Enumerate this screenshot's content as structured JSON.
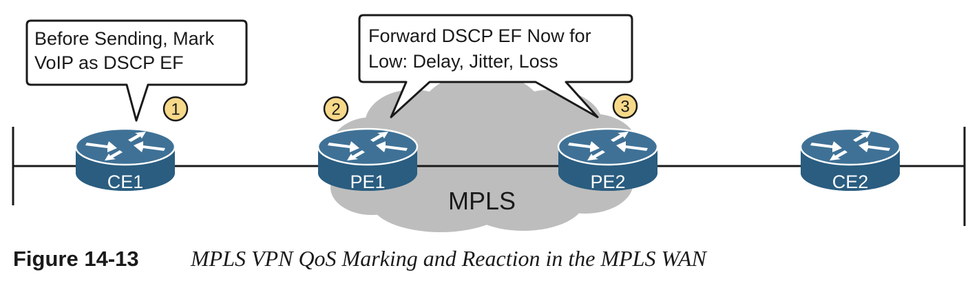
{
  "diagram": {
    "callouts": {
      "ce1_marking": {
        "line1": "Before Sending, Mark",
        "line2": "VoIP as DSCP EF"
      },
      "mpls_forwarding": {
        "line1": "Forward DSCP EF Now for",
        "line2": "Low: Delay, Jitter, Loss"
      }
    },
    "steps": {
      "step1": "1",
      "step2": "2",
      "step3": "3"
    },
    "step_badge_color": "#f7d98a",
    "routers": {
      "ce1": "CE1",
      "pe1": "PE1",
      "pe2": "PE2",
      "ce2": "CE2"
    },
    "router_color": "#2a5d80",
    "cloud": {
      "label": "MPLS",
      "color": "#bdbdbd"
    }
  },
  "caption": {
    "number": "Figure 14-13",
    "title": "MPLS VPN QoS Marking and Reaction in the MPLS WAN"
  }
}
